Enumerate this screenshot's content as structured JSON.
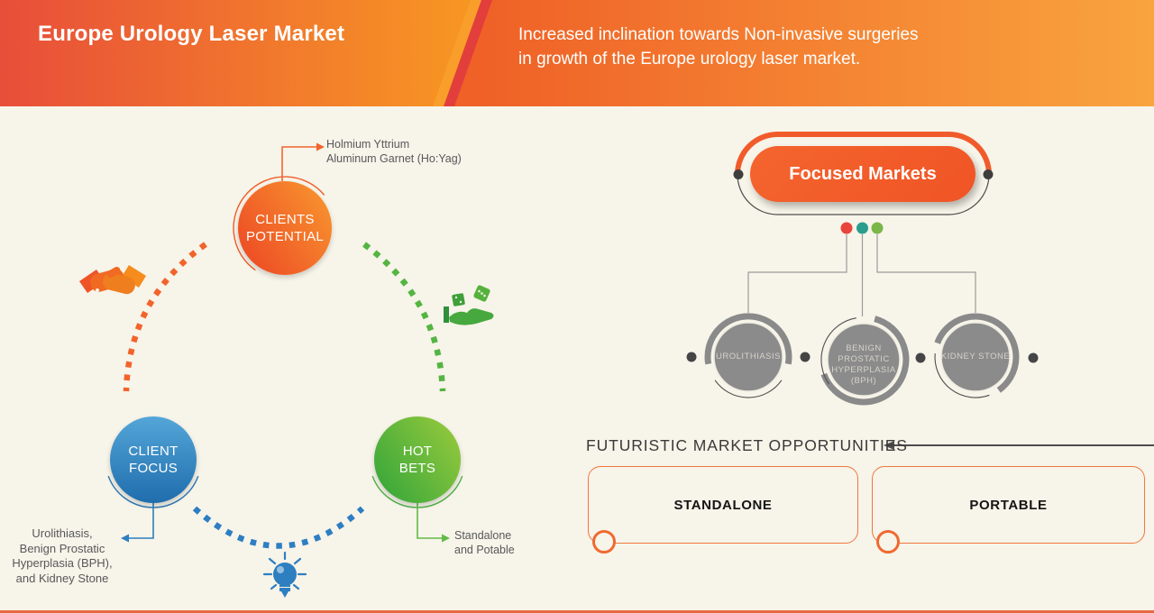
{
  "page": {
    "background": "#f7f4e9",
    "footer_bar_color": "#e56a44"
  },
  "header": {
    "title": "Europe Urology Laser Market",
    "subtitle": "Increased inclination towards Non-invasive surgeries\nin growth of the Europe urology laser market.",
    "gradient_left": [
      "#e84e3a",
      "#f79523"
    ],
    "gradient_right": [
      "#ef6127",
      "#f9a43e"
    ],
    "stripe_color": "#e23e3c"
  },
  "cycle": {
    "nodes": [
      {
        "label": "CLIENTS\nPOTENTIAL",
        "color_from": "#ec4424",
        "color_to": "#f9992f"
      },
      {
        "label": "CLIENT\nFOCUS",
        "color_from": "#54a6d8",
        "color_to": "#1f6dad"
      },
      {
        "label": "HOT\nBETS",
        "color_from": "#9ccb3d",
        "color_to": "#2fa43a"
      }
    ],
    "annotations": {
      "clients_potential": "Holmium Yttrium\nAluminum Garnet (Ho:Yag)",
      "client_focus": "Urolithiasis,\nBenign Prostatic\nHyperplasia (BPH),\nand Kidney Stone",
      "hot_bets": "Standalone\nand Potable"
    },
    "icons": [
      "handshake-icon",
      "dice-hand-icon",
      "lightbulb-icon"
    ],
    "arc_colors": {
      "orange": "#f2632b",
      "green": "#54b542",
      "blue": "#2d7ec2"
    }
  },
  "focused_markets": {
    "title": "Focused Markets",
    "dot_colors": [
      "#e8453c",
      "#2a9d8f",
      "#7ab648"
    ],
    "items": [
      {
        "label": "UROLITHIASIS"
      },
      {
        "label": "BENIGN PROSTATIC\nHYPERPLASIA\n(BPH)"
      },
      {
        "label": "KIDNEY STONE"
      }
    ]
  },
  "opportunities": {
    "heading": "FUTURISTIC MARKET OPPORTUNITIES",
    "items": [
      {
        "label": "STANDALONE"
      },
      {
        "label": "PORTABLE"
      }
    ]
  }
}
